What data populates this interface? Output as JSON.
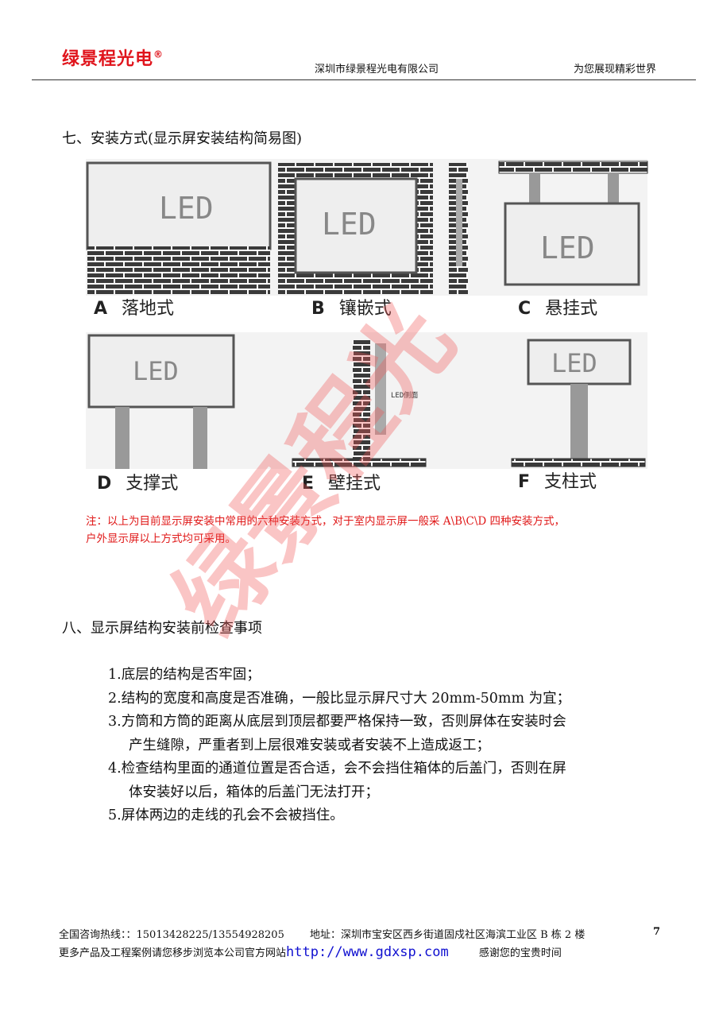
{
  "header": {
    "logo": "绿景程光电",
    "logo_mark": "®",
    "company": "深圳市绿景程光电有限公司",
    "slogan": "为您展现精彩世界"
  },
  "section7": {
    "title": "七、安装方式(显示屏安装结构简易图)",
    "panels": [
      {
        "letter": "A",
        "label": "落地式",
        "screen_text": "LED"
      },
      {
        "letter": "B",
        "label": "镶嵌式",
        "screen_text": "LED"
      },
      {
        "letter": "C",
        "label": "悬挂式",
        "screen_text": "LED"
      },
      {
        "letter": "D",
        "label": "支撑式",
        "screen_text": "LED"
      },
      {
        "letter": "E",
        "label": "壁挂式",
        "screen_text": "LED侧面"
      },
      {
        "letter": "F",
        "label": "支柱式",
        "screen_text": "LED"
      }
    ],
    "note_line1": "注：以上为目前显示屏安装中常用的六种安装方式，对于室内显示屏一般采 A\\B\\C\\D 四种安装方式，",
    "note_line2": "户外显示屏以上方式均可采用。"
  },
  "section8": {
    "title": "八、显示屏结构安装前检查事项",
    "items": [
      "1.底层的结构是否牢固；",
      "2.结构的宽度和高度是否准确，一般比显示屏尺寸大 20mm-50mm 为宜；",
      "3.方筒和方筒的距离从底层到顶层都要严格保持一致，否则屏体在安装时会",
      "产生缝隙，严重者到上层很难安装或者安装不上造成返工；",
      "4.检查结构里面的通道位置是否合适，会不会挡住箱体的后盖门，否则在屏",
      "体安装好以后，箱体的后盖门无法打开；",
      "5.屏体两边的走线的孔会不会被挡住。"
    ]
  },
  "footer": {
    "hotline": "全国咨询热线：：15013428225/13554928205",
    "address": "地址：深圳市宝安区西乡街道固戍社区海滨工业区 B 栋 2 楼",
    "page": "7",
    "more": "更多产品及工程案例请您移步浏览本公司官方网站",
    "url": "http://www.gdxsp.com",
    "thanks": "感谢您的宝贵时间"
  },
  "watermark": "绿景程光"
}
